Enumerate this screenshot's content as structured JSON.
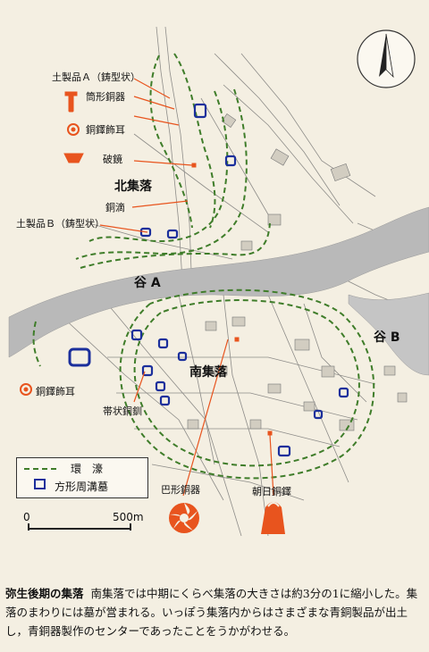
{
  "labels": {
    "north_settlement": "北集落",
    "south_settlement": "南集落",
    "valley_a": "谷 A",
    "valley_b": "谷 B",
    "clay_a": "土製品Ａ（鋳型状）",
    "tube_bronze": "筒形銅器",
    "dotaku_ear_1": "銅鐸飾耳",
    "broken_mirror": "破鏡",
    "bronze_drop": "銅滴",
    "clay_b": "土製品Ｂ（鋳型状）",
    "dotaku_ear_2": "銅鐸飾耳",
    "band_bracelet": "帯状銅釧",
    "tomoe_bronze": "巴形銅器",
    "asahi_dotaku": "朝日銅鐸"
  },
  "legend": {
    "moat": "環　濠",
    "tomb": "方形周溝墓"
  },
  "scale": {
    "zero": "0",
    "distance": "500m"
  },
  "caption": {
    "title": "弥生後期の集落",
    "text": "南集落では中期にくらべ集落の大きさは約3分の1に縮小した。集落のまわりには墓が営まれる。いっぽう集落内からはさまざまな青銅製品が出土し，青銅器製作のセンターであったことをうかがわせる。"
  },
  "colors": {
    "moat": "#3f7d2a",
    "tomb": "#1b2f9c",
    "artifact": "#e8541e",
    "river": "#b9b9b9"
  }
}
